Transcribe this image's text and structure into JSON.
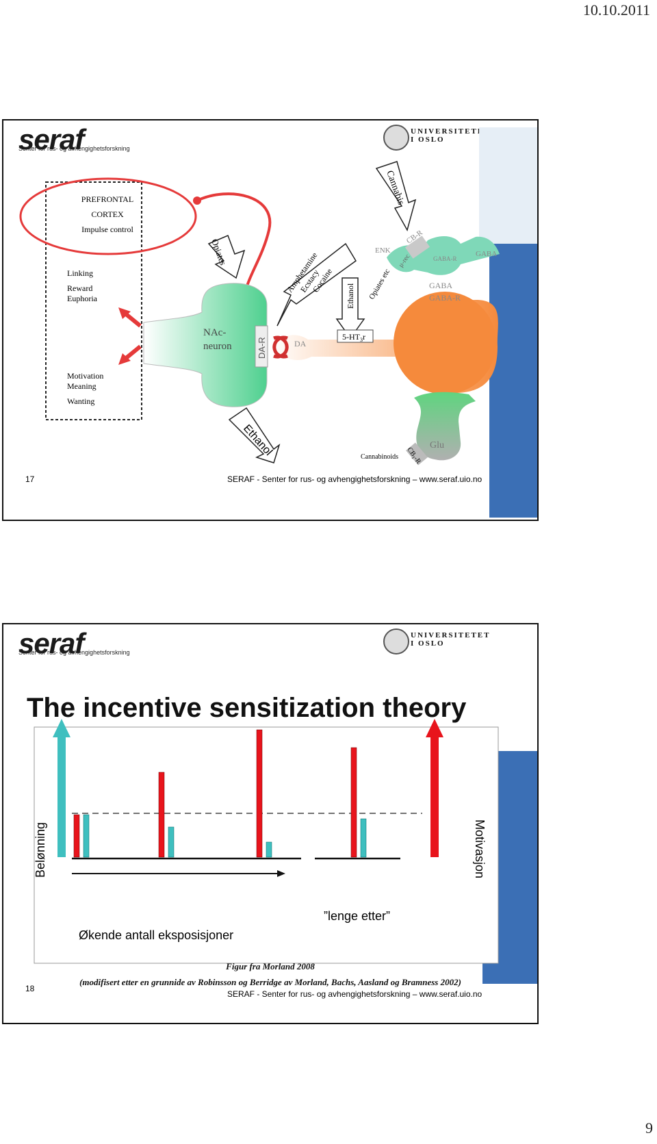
{
  "date": "10.10.2011",
  "page_number": "9",
  "brand": {
    "logo_text": "seraf",
    "logo_tagline": "Senter for rus- og avhengighetsforskning",
    "university_line1": "UNIVERSITETET",
    "university_line2": "I OSLO"
  },
  "slide1": {
    "number": "17",
    "footer": "SERAF - Senter for rus- og avhengighetsforskning – www.seraf.uio.no",
    "cortex": {
      "line1": "PREFRONTAL",
      "line2": "CORTEX",
      "line3": "Impulse control"
    },
    "left_labels": {
      "linking": "Linking",
      "reward": "Reward",
      "euphoria": "Euphoria",
      "motivation": "Motivation",
      "meaning": "Meaning",
      "wanting": "Wanting"
    },
    "drug_labels": {
      "opiates": "Opiates",
      "amphetamine": "Amphetamine",
      "ecstacy": "Ecstacy",
      "cocaine": "Cocaine",
      "ethanol_top": "Ethanol",
      "opiates_etc": "Opiates etc",
      "cannabis": "Cannabis",
      "ethanol_bottom": "Ethanol",
      "cannabinoids": "Cannabinoids"
    },
    "neuron_labels": {
      "nac": "NAc-",
      "neuron": "neuron",
      "dar": "DA-R",
      "da": "DA",
      "ht3r": "5-HT",
      "ht3r_sub": "3",
      "ht3r_suffix": "r",
      "enk": "ENK",
      "mu_rec": "μ-rec",
      "cb_r_top": "CB-R",
      "gaba_r_top": "GABA-R",
      "gaba_right": "GABA",
      "gaba_mid": "GABA",
      "gaba_r_mid": "GABA-R",
      "glu": "Glu",
      "cb1r": "CB",
      "cb1r_sub": "1",
      "cb1r_suffix": "-R"
    }
  },
  "slide2": {
    "number": "18",
    "title": "The incentive sensitization theory",
    "footer": "SERAF - Senter for rus- og avhengighetsforskning – www.seraf.uio.no",
    "caption1": "Figur fra Morland 2008",
    "caption2": "(modifisert etter en grunnide av Robinsson og Berridge av Morland, Bachs, Aasland og Bramness 2002)",
    "figure": {
      "left_axis_label": "Belønning",
      "right_axis_label": "Motivasjon",
      "x_label": "Økende antall eksposisjoner",
      "late_label": "”lenge etter”",
      "colors": {
        "motivation": "#e8141c",
        "reward": "#3fbfbf"
      },
      "bars": [
        {
          "motivation": 0.31,
          "reward": 0.31
        },
        {
          "motivation": 0.62,
          "reward": 0.22
        },
        {
          "motivation": 0.93,
          "reward": 0.11
        },
        {
          "motivation": 0.8,
          "reward": 0.28
        }
      ]
    }
  }
}
